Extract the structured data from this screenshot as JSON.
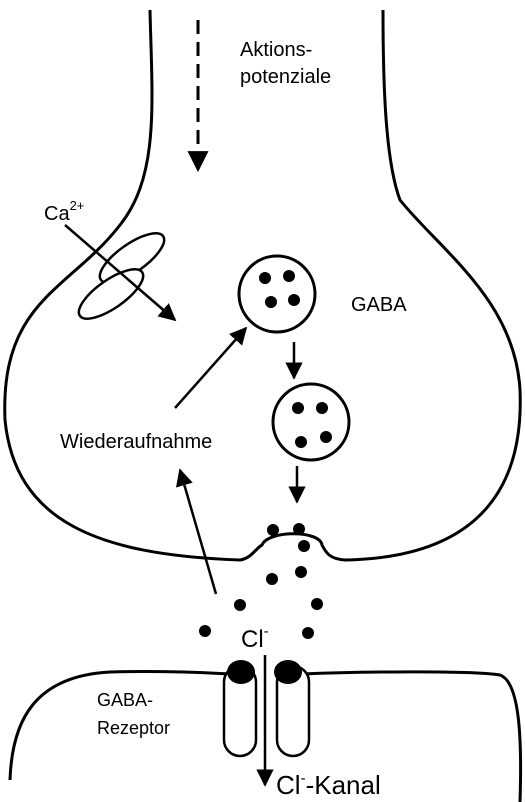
{
  "labels": {
    "action_potential_line1": "Aktions-",
    "action_potential_line2": "potenziale",
    "calcium": "Ca",
    "calcium_charge": "2+",
    "gaba": "GABA",
    "reuptake": "Wiederaufnahme",
    "chloride": "Cl",
    "chloride_charge": "-",
    "receptor_line1": "GABA-",
    "receptor_line2": "Rezeptor",
    "channel_cl": "Cl",
    "channel_charge": "-",
    "channel_suffix": "-Kanal"
  },
  "colors": {
    "stroke": "#000000",
    "background": "#ffffff"
  }
}
